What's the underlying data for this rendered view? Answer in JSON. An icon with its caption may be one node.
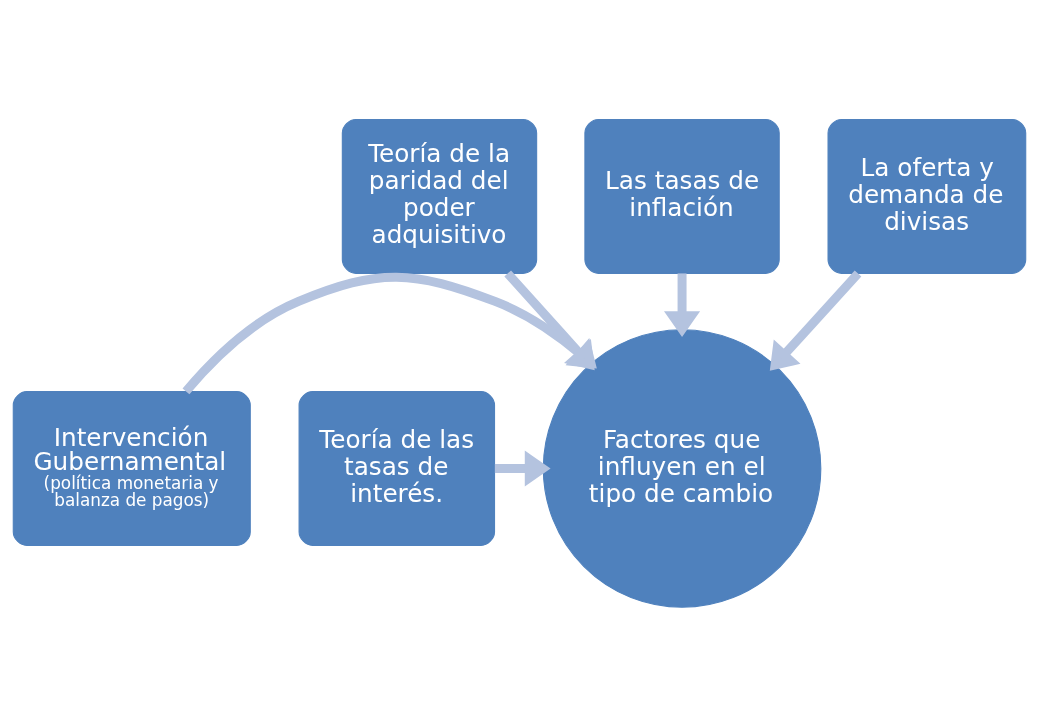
{
  "diagram": {
    "nodes": [
      {
        "text": [
          "Teoría de la paridad del poder adquisitivo"
        ]
      },
      {
        "text": [
          "Las tasas de inflación"
        ]
      },
      {
        "text": [
          "La oferta y demanda de divisas"
        ]
      },
      {
        "text": [
          "Intervención Gubernamental",
          "(política monetaria y balanza de pagos)"
        ]
      },
      {
        "text": [
          "Factores que influyen en el tipo de cambio"
        ]
      },
      {
        "text": [
          "Teoría de las tasas de interés."
        ]
      }
    ],
    "edges": [
      {
        "from": 1,
        "to": 4,
        "arrow": "to"
      },
      {
        "from": 0,
        "to": 4,
        "arrow": "to"
      },
      {
        "from": 2,
        "to": 4,
        "arrow": "to"
      },
      {
        "from": 3,
        "to": 4,
        "arrow": "to"
      },
      {
        "from": 5,
        "to": 4,
        "arrow": "to"
      }
    ]
  }
}
